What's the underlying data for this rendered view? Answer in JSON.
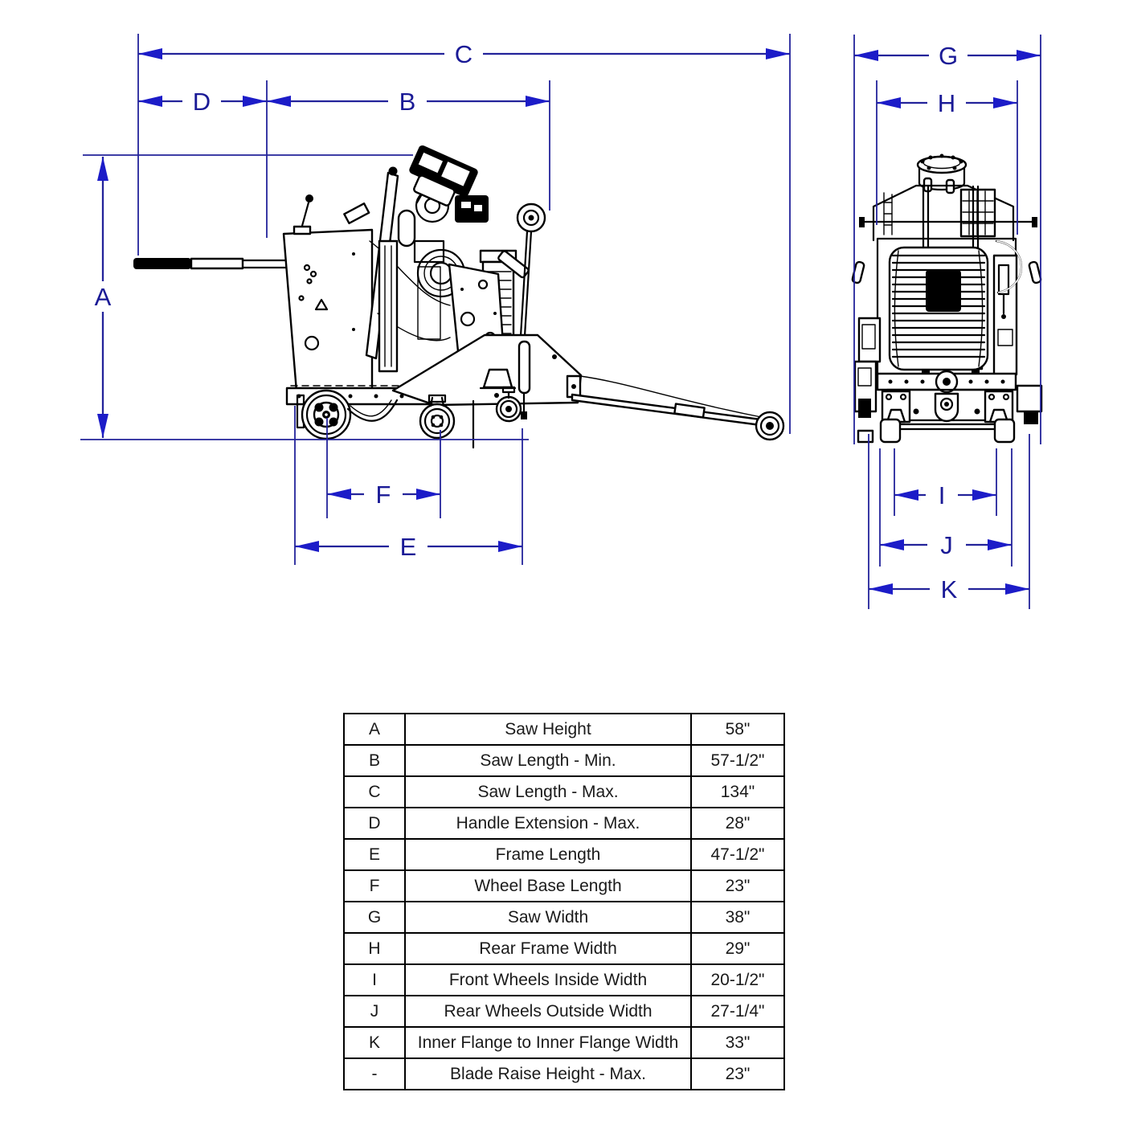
{
  "diagram": {
    "dimension_labels": {
      "A": "A",
      "B": "B",
      "C": "C",
      "D": "D",
      "E": "E",
      "F": "F",
      "G": "G",
      "H": "H",
      "I": "I",
      "J": "J",
      "K": "K"
    }
  },
  "table": {
    "rows": [
      {
        "key": "A",
        "description": "Saw Height",
        "value": "58\""
      },
      {
        "key": "B",
        "description": "Saw Length - Min.",
        "value": "57-1/2\""
      },
      {
        "key": "C",
        "description": "Saw Length - Max.",
        "value": "134\""
      },
      {
        "key": "D",
        "description": "Handle Extension - Max.",
        "value": "28\""
      },
      {
        "key": "E",
        "description": "Frame Length",
        "value": "47-1/2\""
      },
      {
        "key": "F",
        "description": "Wheel Base Length",
        "value": "23\""
      },
      {
        "key": "G",
        "description": "Saw Width",
        "value": "38\""
      },
      {
        "key": "H",
        "description": "Rear Frame Width",
        "value": "29\""
      },
      {
        "key": "I",
        "description": "Front Wheels Inside Width",
        "value": "20-1/2\""
      },
      {
        "key": "J",
        "description": "Rear Wheels Outside Width",
        "value": "27-1/4\""
      },
      {
        "key": "K",
        "description": "Inner Flange to Inner Flange Width",
        "value": "33\""
      },
      {
        "key": "-",
        "description": "Blade Raise Height - Max.",
        "value": "23\""
      }
    ]
  },
  "colors": {
    "dim-line": "#23239a",
    "dim-arrow": "#1c1cc8",
    "dim-text": "#1a1a96",
    "draw": "#000000",
    "bg": "#ffffff"
  }
}
